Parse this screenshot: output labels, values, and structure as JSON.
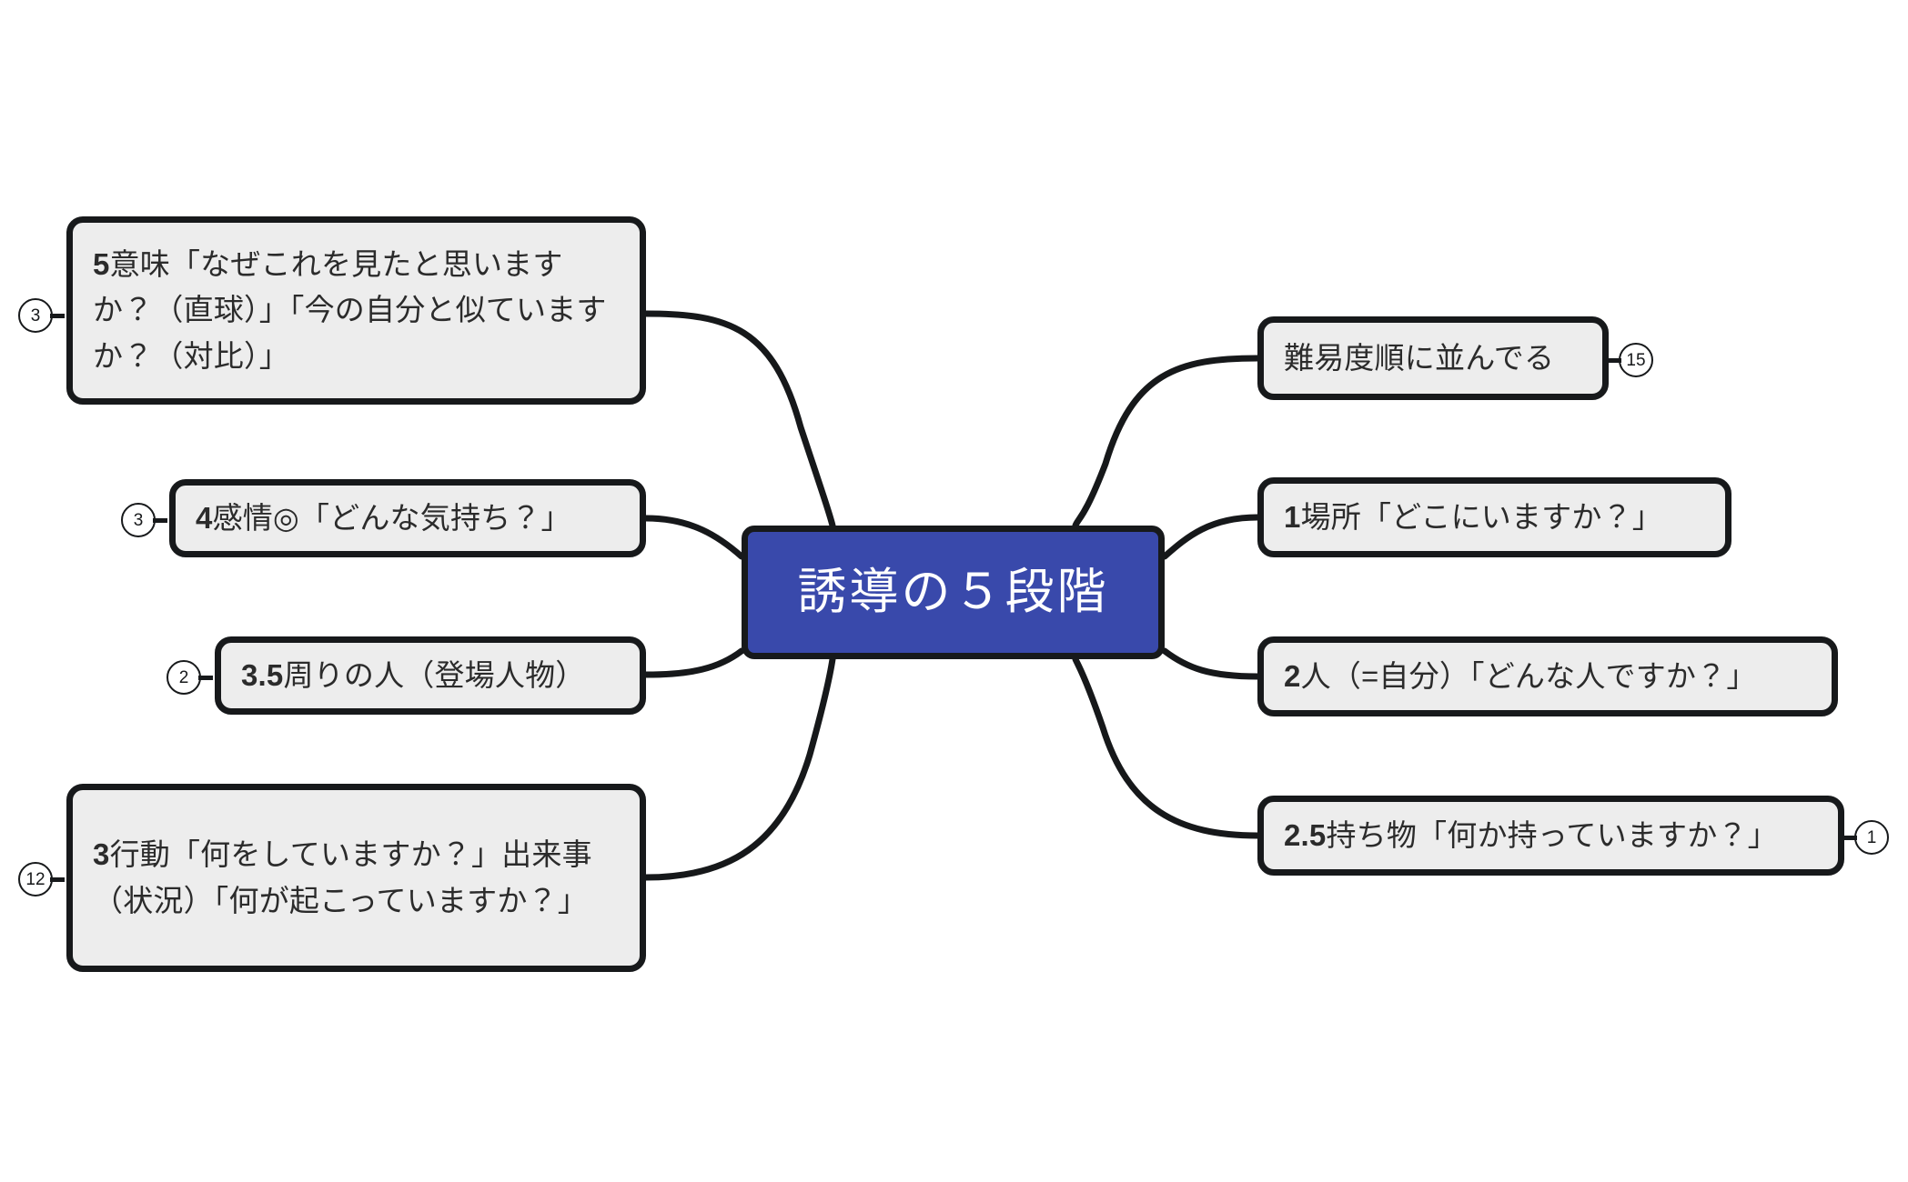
{
  "diagram": {
    "title": "誘導の５段階",
    "type": "mind-map",
    "background_color": "#ffffff",
    "center": {
      "label": "誘導の５段階",
      "fill_color": "#3949ab",
      "text_color": "#ffffff",
      "border_color": "#17191b"
    },
    "node_style": {
      "fill_color": "#ededed",
      "border_color": "#17191b",
      "text_color": "#2b2b2b"
    },
    "left_branches": [
      {
        "name": "meaning",
        "index_prefix": "5",
        "label": "5意味「なぜこれを見たと思いますか？（直球）」「今の自分と似ていますか？（対比）」",
        "lines": [
          "5意味「なぜこれを見ます",
          "か？（直球）」「今の自分と似てい",
          "ますか？（対比）」"
        ],
        "badge": "3"
      },
      {
        "name": "emotion",
        "index_prefix": "4",
        "label": "4感情◎「どんな気持ち？」",
        "lines": [
          "4感情◎「どんな気持ち？」"
        ],
        "badge": "3"
      },
      {
        "name": "surrounding-people",
        "index_prefix": "3.5",
        "label": "3.5周りの人（登場人物）",
        "lines": [
          "3.5周りの人（登場人物）"
        ],
        "badge": "2"
      },
      {
        "name": "action-event",
        "index_prefix": "3",
        "label": "3行動「何をしていますか？」出来事（状況）「何が起こっていますか？」",
        "lines": [
          "3行動「何をしていますか？」",
          "出来事（状況）「何が起こっていま",
          "すか？」"
        ],
        "badge": "12"
      }
    ],
    "right_branches": [
      {
        "name": "difficulty-order",
        "index_prefix": "",
        "label": "難易度順に並んでる",
        "lines": [
          "難易度順に並んでる"
        ],
        "badge": "15"
      },
      {
        "name": "place",
        "index_prefix": "1",
        "label": "1場所「どこにいますか？」",
        "lines": [
          "1場所「どこにいますか？」"
        ],
        "badge": ""
      },
      {
        "name": "person",
        "index_prefix": "2",
        "label": "2人（=自分）「どんな人ですか？」",
        "lines": [
          "2人（=自分）「どんな人ですか？」"
        ],
        "badge": ""
      },
      {
        "name": "belongings",
        "index_prefix": "2.5",
        "label": "2.5持ち物「何か持っていますか？」",
        "lines": [
          "2.5持ち物「何か持っていますか？」"
        ],
        "badge": "1"
      }
    ]
  }
}
